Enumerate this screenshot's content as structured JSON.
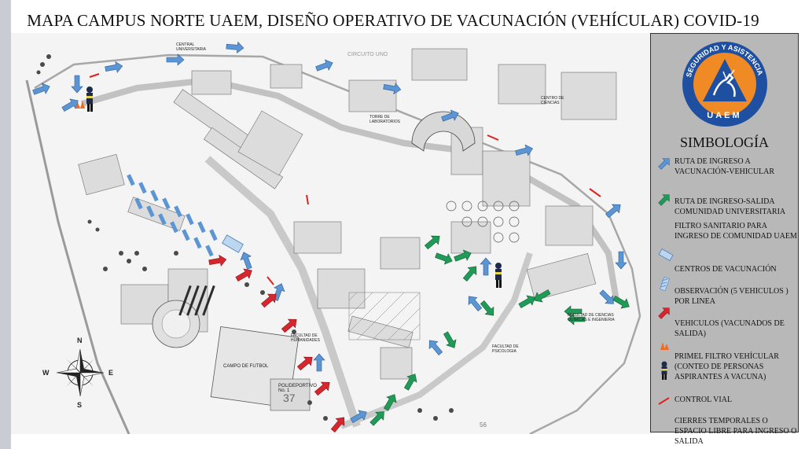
{
  "title": "MAPA CAMPUS NORTE UAEM, DISEÑO OPERATIVO DE VACUNACIÓN (VEHÍCULAR) COVID-19",
  "logo": {
    "ring_text": "SEGURIDAD Y ASISTENCIA",
    "bottom_text": "UAEM"
  },
  "legend": {
    "title": "SIMBOLOGÍA",
    "items": [
      {
        "label": "RUTA DE INGRESO A VACUNACIÓN-VEHICULAR",
        "icon": "blue-arrow-icon"
      },
      {
        "label": "RUTA DE INGRESO-SALIDA COMUNIDAD UNIVERSITARIA",
        "icon": "green-arrow-icon"
      },
      {
        "label": "FILTRO SANITARIO PARA INGRESO DE COMUNIDAD UAEM",
        "icon": "light-blue-rectangle-icon"
      },
      {
        "label": "CENTROS DE VACUNACIÓN",
        "icon": ""
      },
      {
        "label": "OBSERVACIÓN (5 VEHICULOS ) POR LINEA",
        "icon": "striped-bar-icon"
      },
      {
        "label": "VEHICULOS (VACUNADOS DE SALIDA)",
        "icon": "red-arrow-icon"
      },
      {
        "label": "PRIMEL FILTRO VEHÍCULAR (CONTEO DE PERSONAS ASPIRANTES A VACUNA)",
        "icon": "cones-and-officer-icon"
      },
      {
        "label": "CONTROL VIAL",
        "icon": "red-line-icon"
      },
      {
        "label": "CIERRES TEMPORALES O ESPACIO LIBRE PARA INGRESO O SALIDA",
        "icon": ""
      }
    ]
  },
  "compass": {
    "n": "N",
    "s": "S",
    "e": "E",
    "w": "W"
  },
  "map_labels": {
    "campo_futbol": "CAMPO DE FUTBOL",
    "polideportivo": "POLIDEPORTIVO No. 1",
    "number_37": "37",
    "torre": "TORRE DE LABORATORIOS",
    "centro": "CENTRO DE CIENCIAS",
    "facultad_psico": "FACULTAD DE PSICOLOGIA",
    "facultad_ciencias": "FACULTAD DE CIENCIAS QUIMICAS E INGENIERIA",
    "facultad_humanidades": "FACULTAD DE HUMANIDADES",
    "central_uni": "CENTRAL UNIVERSITARIA",
    "number_56": "56",
    "circuito": "CIRCUITO UNO"
  },
  "colors": {
    "blue_arrow": "#5b95d3",
    "green_arrow": "#1f9a57",
    "red_arrow": "#d6262e",
    "light_blue_rect": "#bcd6f0",
    "logo_orange": "#f08a24",
    "logo_blue": "#1f4fa0",
    "legend_bg": "#b8b8b8"
  }
}
